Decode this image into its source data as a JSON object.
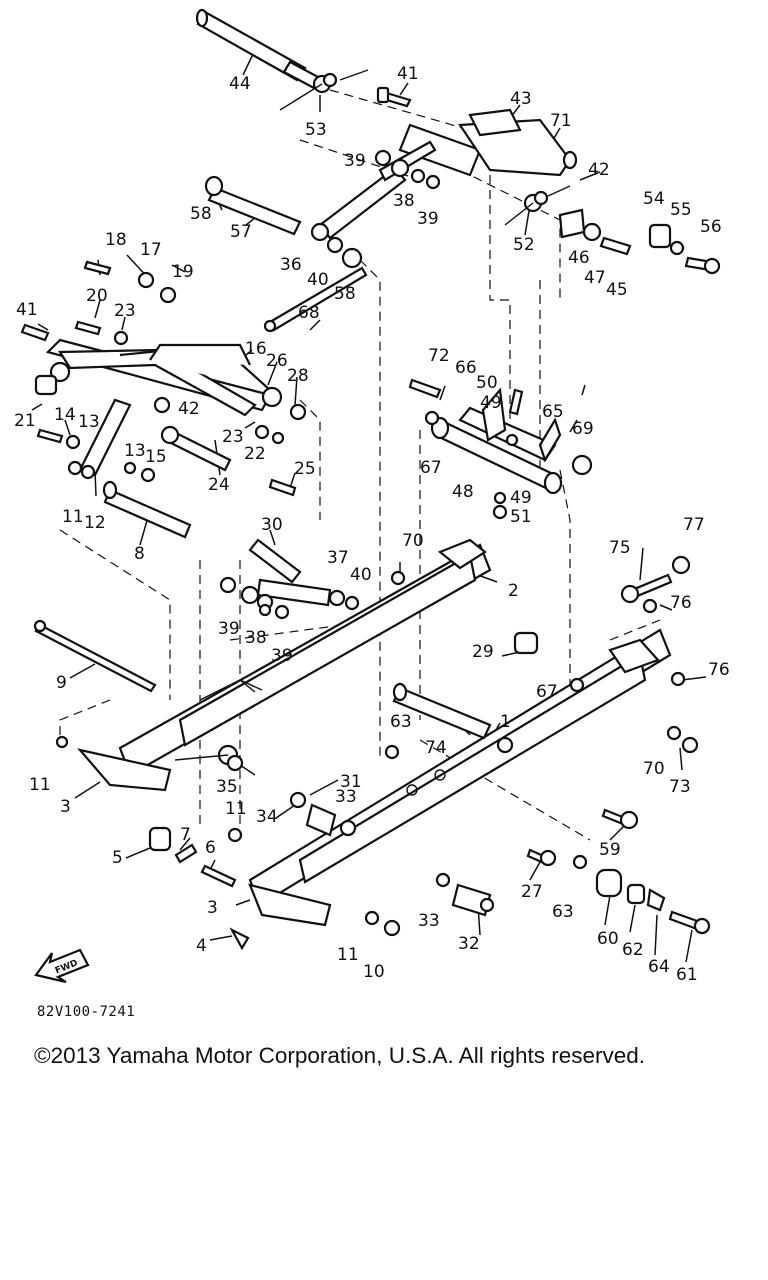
{
  "diagram": {
    "part_numbers": [
      "1",
      "2",
      "3",
      "4",
      "5",
      "6",
      "7",
      "8",
      "9",
      "10",
      "11",
      "12",
      "13",
      "14",
      "15",
      "16",
      "17",
      "18",
      "19",
      "20",
      "21",
      "22",
      "23",
      "24",
      "25",
      "26",
      "27",
      "28",
      "29",
      "30",
      "31",
      "32",
      "33",
      "34",
      "35",
      "36",
      "37",
      "38",
      "39",
      "40",
      "41",
      "42",
      "43",
      "44",
      "45",
      "46",
      "47",
      "48",
      "49",
      "50",
      "51",
      "52",
      "53",
      "54",
      "55",
      "56",
      "57",
      "58",
      "59",
      "60",
      "61",
      "62",
      "63",
      "64",
      "65",
      "66",
      "67",
      "68",
      "69",
      "70",
      "71",
      "72",
      "73",
      "74",
      "75",
      "76",
      "77"
    ],
    "fwd_label": "FWD",
    "reference_code": "82V100-7241"
  },
  "footer": {
    "copyright": "©2013 Yamaha Motor Corporation, U.S.A. All rights reserved."
  }
}
